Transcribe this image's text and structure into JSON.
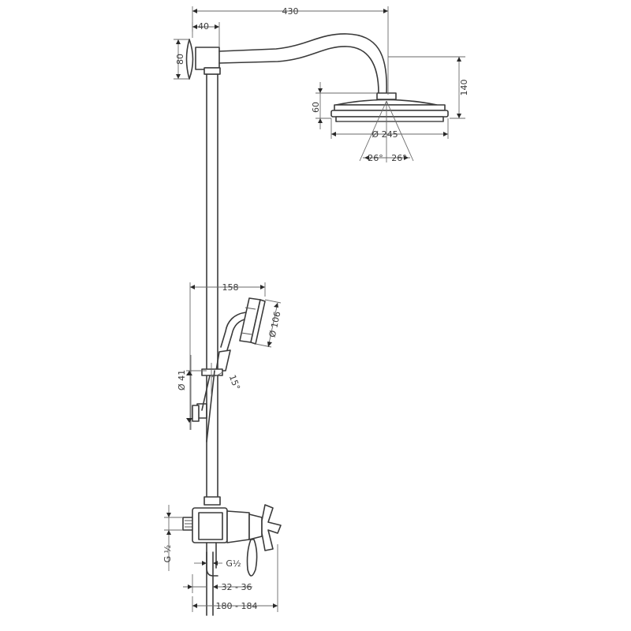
{
  "dimensions": {
    "width_total": "430",
    "wall_offset": "40",
    "flange_height": "80",
    "head_drop": "140",
    "head_height": "60",
    "head_diameter": "Ø 245",
    "spray_angle_left": "26°",
    "spray_angle_right": "26°",
    "hand_shower_reach": "158",
    "hand_shower_diameter": "Ø 106",
    "riser_diameter": "Ø 41",
    "hand_shower_tilt": "15°",
    "inlet_thread_side": "G ½",
    "outlet_thread": "G½",
    "valve_depth": "32 - 36",
    "valve_width": "180 - 184"
  }
}
